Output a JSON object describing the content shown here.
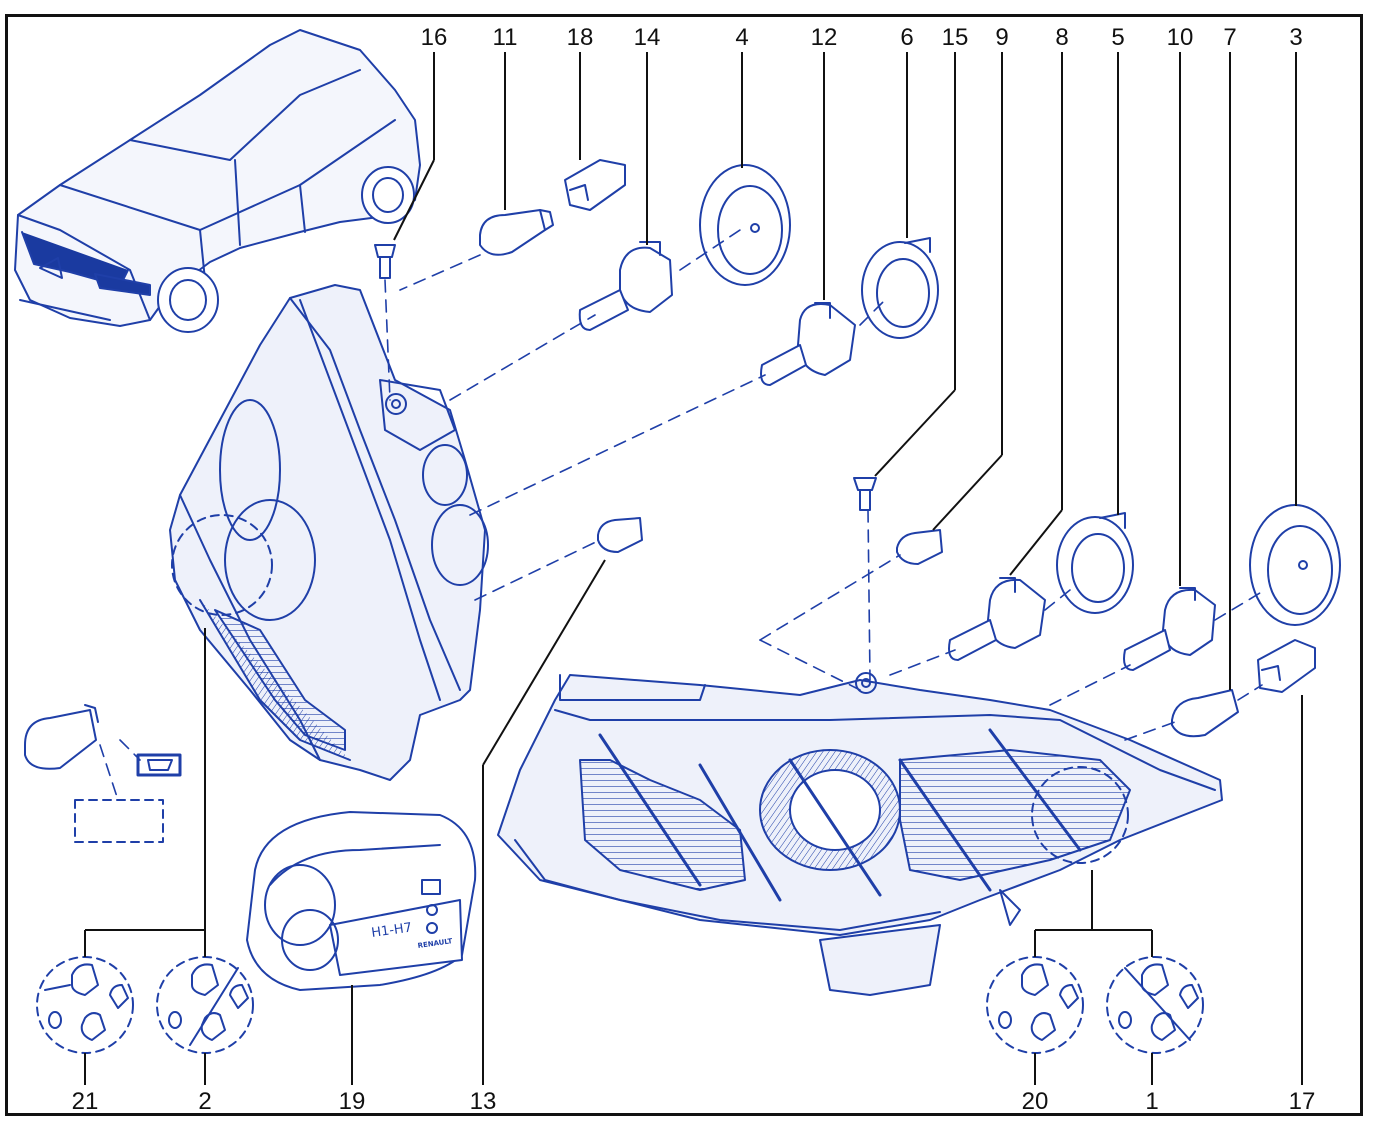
{
  "parts": [
    {
      "id": "p16",
      "label": "16"
    },
    {
      "id": "p11",
      "label": "11"
    },
    {
      "id": "p18",
      "label": "18"
    },
    {
      "id": "p14",
      "label": "14"
    },
    {
      "id": "p4",
      "label": "4"
    },
    {
      "id": "p12",
      "label": "12"
    },
    {
      "id": "p6",
      "label": "6"
    },
    {
      "id": "p15",
      "label": "15"
    },
    {
      "id": "p9",
      "label": "9"
    },
    {
      "id": "p8",
      "label": "8"
    },
    {
      "id": "p5",
      "label": "5"
    },
    {
      "id": "p10",
      "label": "10"
    },
    {
      "id": "p7",
      "label": "7"
    },
    {
      "id": "p3",
      "label": "3"
    },
    {
      "id": "p21",
      "label": "21"
    },
    {
      "id": "p2",
      "label": "2"
    },
    {
      "id": "p19",
      "label": "19"
    },
    {
      "id": "p13",
      "label": "13"
    },
    {
      "id": "p20",
      "label": "20"
    },
    {
      "id": "p1",
      "label": "1"
    },
    {
      "id": "p17",
      "label": "17"
    }
  ],
  "kit_box": {
    "bulb_type": "H1-H7",
    "brand": "RENAULT"
  },
  "colors": {
    "line": "#1f3fa8",
    "fill": "#e8edf9",
    "accent": "#1a3aa0",
    "frame": "#111111"
  }
}
